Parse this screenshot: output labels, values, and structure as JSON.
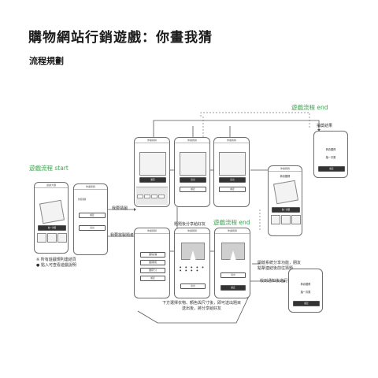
{
  "title": "購物網站行銷遊戲：你畫我猜",
  "subtitle": "流程規劃",
  "flow": {
    "start_label": "遊戲流程 start",
    "end_label_top": "遊戲流程 end",
    "end_label_mid": "遊戲流程 end"
  },
  "edges": {
    "invited": "我要猜圖",
    "draw": "我要當製題者",
    "share_after": "題題後分享給好友",
    "share_note": "開啟系統分享功能，朋友\n點擊連結後前往猜題",
    "receive": "收到通知後進行抽獎"
  },
  "notes": {
    "start_1": "※ 所有遊戲規則連結頁",
    "start_2": "● 點入可查看遊戲說明",
    "bottom": "下方選擇衣物、顏色與尺寸後，即可送出題目\n送出後，將分享給好友"
  },
  "screens": {
    "start_title": "遊戲大廳",
    "page_header": "你畫我猜",
    "guess_title": "你畫我猜",
    "guess_q": "題目",
    "prize": "抽獎結果",
    "reward_line": "恭喜獲得",
    "confirm": "確定",
    "submit": "送出",
    "lottery": "抽一次獎",
    "select_cloth": "選擇衣物",
    "select_color": "選擇顏色",
    "select_size": "選擇尺寸"
  }
}
